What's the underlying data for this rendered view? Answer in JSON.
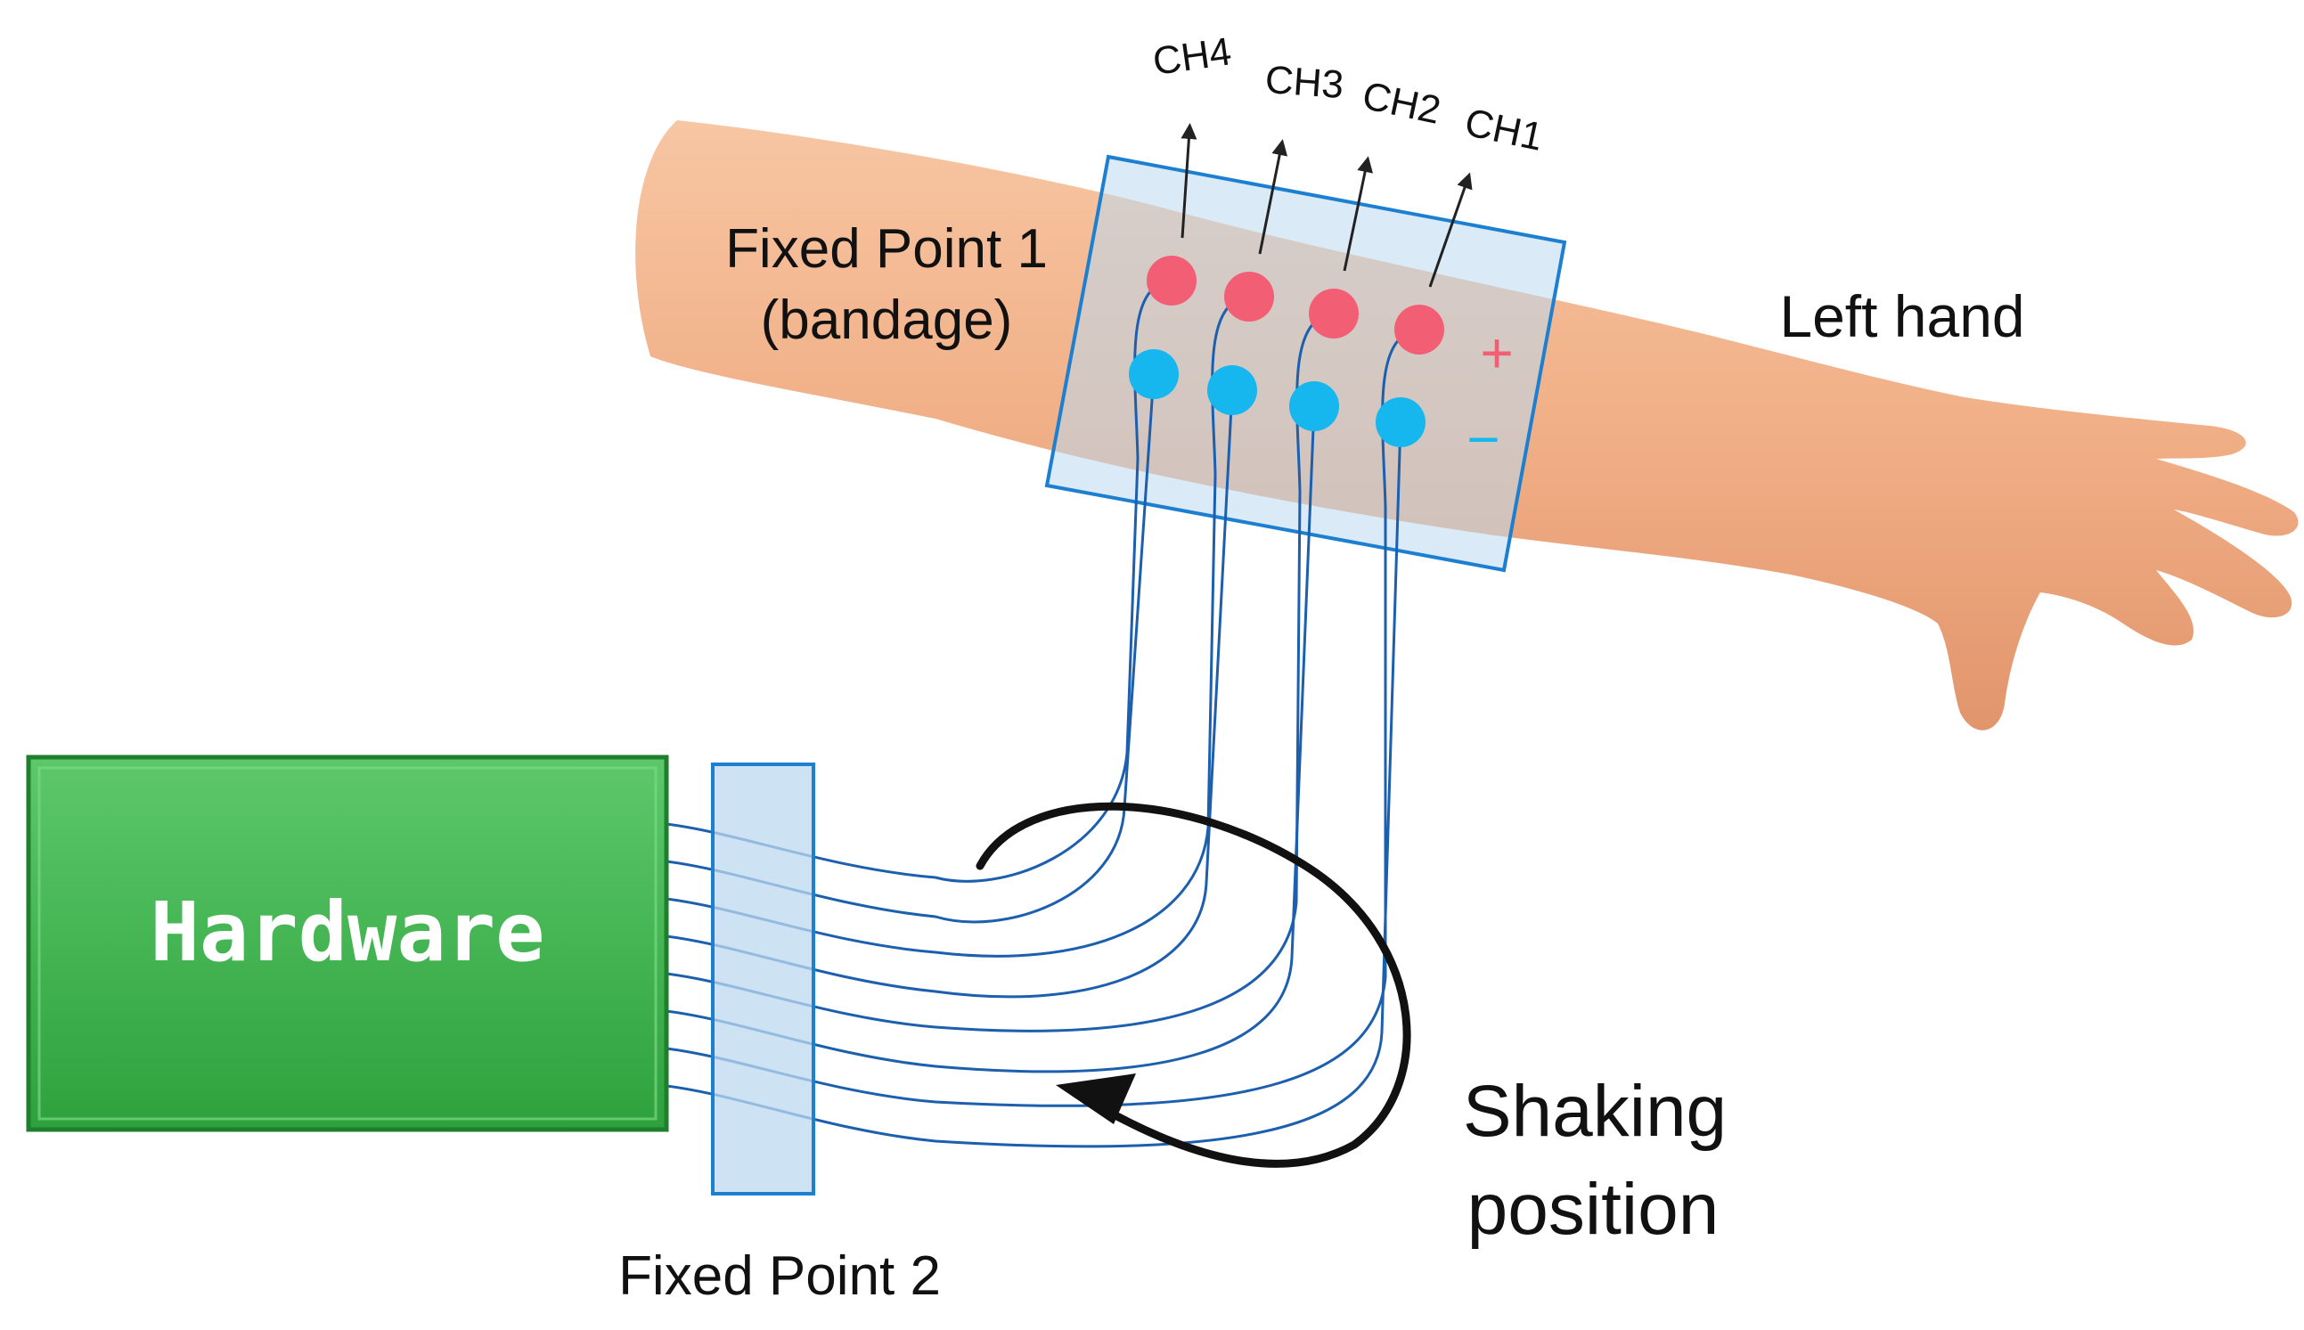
{
  "labels": {
    "fixed_point_1_line1": "Fixed Point 1",
    "fixed_point_1_line2": "(bandage)",
    "left_hand": "Left hand",
    "hardware": "Hardware",
    "fixed_point_2": "Fixed Point 2",
    "shaking_line1": "Shaking",
    "shaking_line2": "position",
    "plus": "+",
    "minus": "−"
  },
  "channels": [
    "CH4",
    "CH3",
    "CH2",
    "CH1"
  ],
  "colors": {
    "skin": "#f2b48c",
    "electrode_positive": "#f25f74",
    "electrode_negative": "#16b6ee",
    "wire": "#1c5fae",
    "bandage_fill": "#bcd8ef",
    "bandage_stroke": "#1d7fd0",
    "hardware_fill": "#3cb34a",
    "hardware_text": "#ffffff"
  }
}
